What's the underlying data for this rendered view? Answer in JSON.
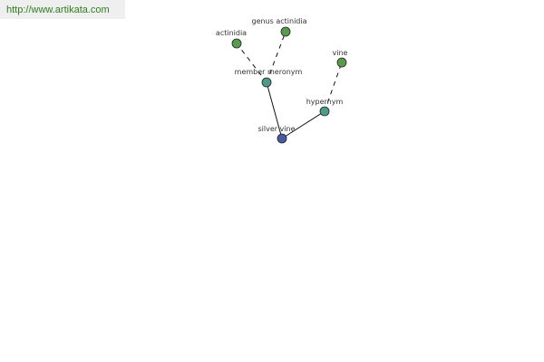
{
  "banner": {
    "url": "http://www.artikata.com"
  },
  "graph": {
    "nodes": [
      {
        "id": "silver-vine",
        "label": "silver vine",
        "color": "#4a5aa0"
      },
      {
        "id": "member-meronym",
        "label": "member meronym",
        "color": "#4e9a8a"
      },
      {
        "id": "hypernym",
        "label": "hypernym",
        "color": "#4e9a8a"
      },
      {
        "id": "actinidia",
        "label": "actinidia",
        "color": "#5a9a4e"
      },
      {
        "id": "genus-actinidia",
        "label": "genus actinidia",
        "color": "#5a9a4e"
      },
      {
        "id": "vine",
        "label": "vine",
        "color": "#5a9a4e"
      }
    ],
    "edges": [
      {
        "from": "silver-vine",
        "to": "member-meronym",
        "style": "solid"
      },
      {
        "from": "silver-vine",
        "to": "hypernym",
        "style": "solid"
      },
      {
        "from": "member-meronym",
        "to": "actinidia",
        "style": "dashed"
      },
      {
        "from": "member-meronym",
        "to": "genus-actinidia",
        "style": "dashed"
      },
      {
        "from": "hypernym",
        "to": "vine",
        "style": "dashed"
      }
    ]
  }
}
